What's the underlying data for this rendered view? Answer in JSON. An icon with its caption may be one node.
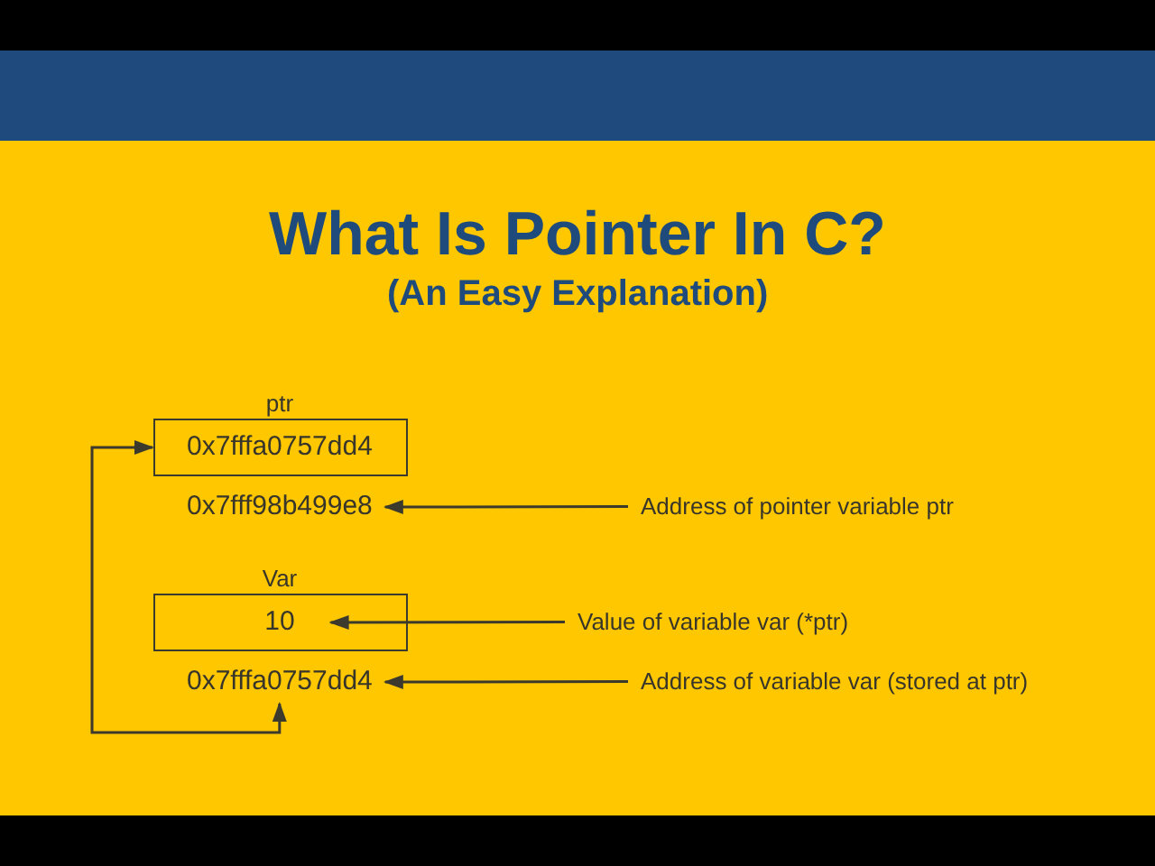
{
  "diagram": {
    "title": "What Is Pointer In C?",
    "nodes": [
      {
        "text": [
          "ptr",
          "0x7fffa0757dd4"
        ]
      },
      {
        "text": [
          "0x7fff98b499e8"
        ]
      },
      {
        "text": [
          "Var",
          "10"
        ]
      },
      {
        "text": [
          "0x7fffa0757dd4"
        ]
      },
      {
        "text": [
          "Address of pointer variable ptr"
        ]
      },
      {
        "text": [
          "Value of variable var (*ptr)"
        ]
      },
      {
        "text": [
          "Address of variable var (stored at ptr)"
        ]
      }
    ],
    "edges": [
      {
        "from": 3,
        "to": 0,
        "arrow": "both"
      },
      {
        "from": 4,
        "to": 1,
        "arrow": "to"
      },
      {
        "from": 5,
        "to": 2,
        "arrow": "to"
      },
      {
        "from": 6,
        "to": 3,
        "arrow": "to"
      }
    ],
    "labels": [
      "(An Easy Explanation)"
    ]
  }
}
